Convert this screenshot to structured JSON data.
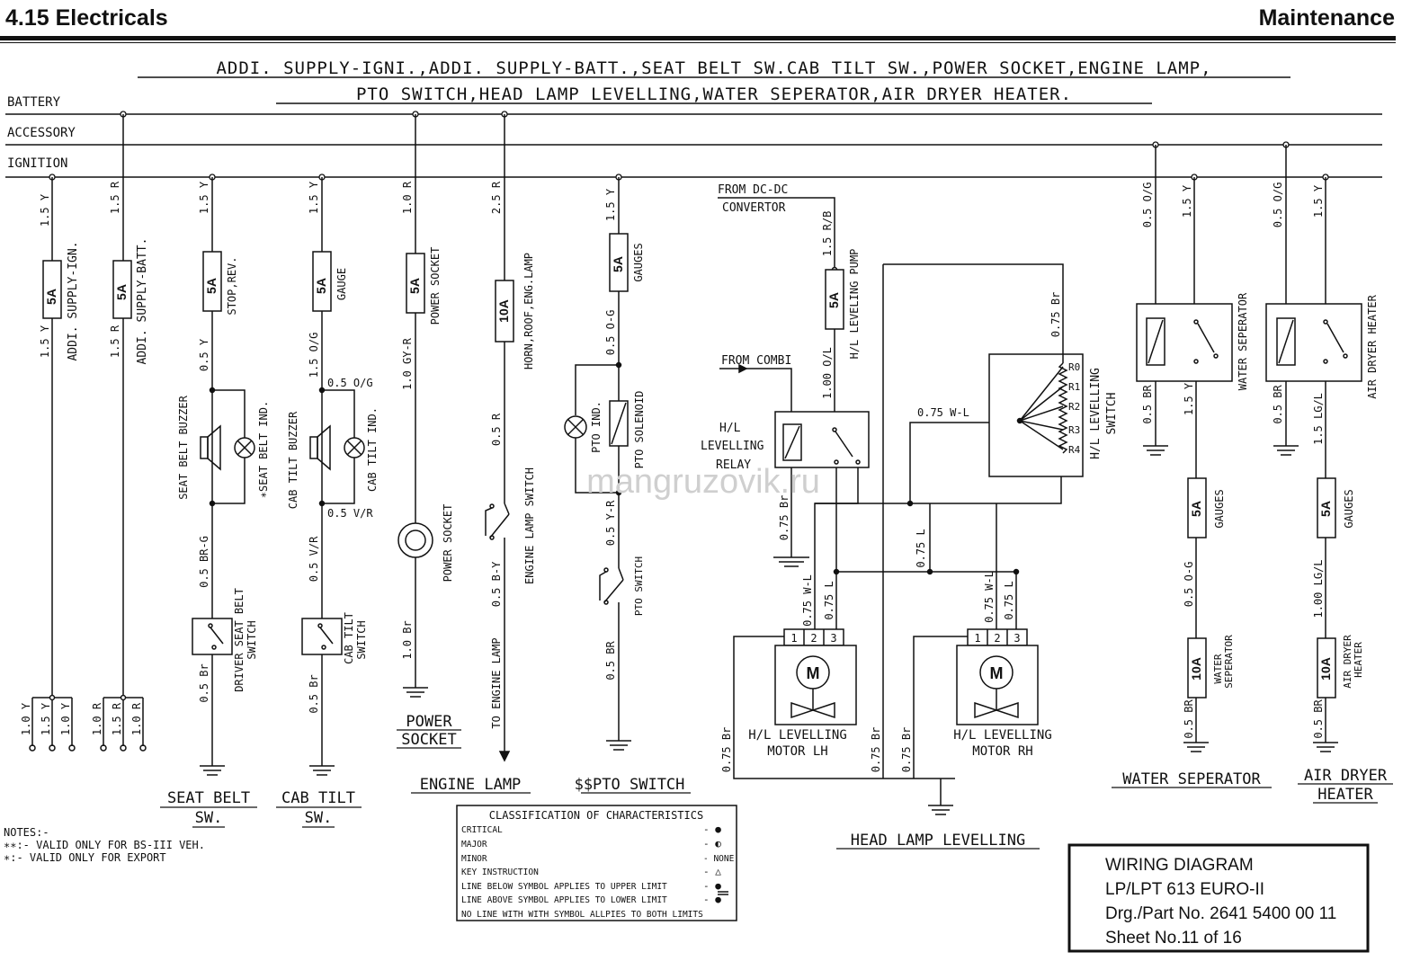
{
  "header": {
    "section": "4.15 Electricals",
    "chapter": "Maintenance"
  },
  "title": {
    "line1": "ADDI. SUPPLY-IGNI.,ADDI. SUPPLY-BATT.,SEAT BELT SW.CAB TILT SW.,POWER SOCKET,ENGINE LAMP,",
    "line2": "PTO SWITCH,HEAD LAMP LEVELLING,WATER SEPERATOR,AIR DRYER HEATER."
  },
  "rails": {
    "battery": "BATTERY",
    "accessory": "ACCESSORY",
    "ignition": "IGNITION"
  },
  "wires": {
    "w15y": "1.5 Y",
    "w15r": "1.5 R",
    "w05y": "0.5 Y",
    "w15og": "1.5 O/G",
    "w05og": "0.5 O/G",
    "w05vr": "0.5 V/R",
    "w05brg": "0.5 BR-G",
    "w05br": "0.5 Br",
    "w10y": "1.0 Y",
    "w10r": "1.0 R",
    "w10r2": "1.0 R",
    "w10gyr": "1.0 GY-R",
    "w10br": "1.0 Br",
    "w25r": "2.5 R",
    "w05r": "0.5 R",
    "w05by": "0.5 B-Y",
    "w05yr": "0.5 Y-R",
    "w05og2": "0.5 O-G",
    "w05br2": "0.5 BR",
    "w15rb": "1.5 R/B",
    "w100ol": "1.00 O/L",
    "w075br": "0.75 Br",
    "w075wl": "0.75 W-L",
    "w075l": "0.75 L",
    "w15lgl": "1.5 LG/L",
    "w100lgl": "1.00 LG/L",
    "w05br3": "0.5 BR"
  },
  "fuses": {
    "f5a": "5A",
    "f10a": "10A"
  },
  "labels": {
    "addi_ign": "ADDI. SUPPLY-IGN.",
    "addi_batt": "ADDI. SUPPLY-BATT.",
    "stop_rev": "STOP,REV.",
    "gauge": "GAUGE",
    "gauges": "GAUGES",
    "power_socket_fuse": "POWER SOCKET",
    "horn": "HORN,ROOF,ENG.LAMP",
    "seat_belt_buzzer": "SEAT BELT BUZZER",
    "seat_belt_ind": "∗SEAT BELT IND.",
    "cab_tilt_buzzer": "CAB TILT BUZZER",
    "cab_tilt_ind": "CAB TILT IND.",
    "driver_seat_belt_sw": "DRIVER SEAT BELT",
    "switch": "SWITCH",
    "cab_tilt_sw": "CAB TILT",
    "power_socket": "POWER SOCKET",
    "engine_lamp_sw": "ENGINE LAMP SWITCH",
    "to_engine_lamp": "TO ENGINE LAMP",
    "pto_ind": "PTO IND.",
    "pto_solenoid": "PTO SOLENOID",
    "pto_switch_small": "PTO SWITCH",
    "from_dcdc": "FROM DC-DC",
    "convertor": "CONVERTOR",
    "hl_pump": "H/L LEVELING PUMP",
    "from_combi": "FROM COMBI",
    "hl_relay1": "H/L",
    "hl_relay2": "LEVELLING",
    "hl_relay3": "RELAY",
    "hl_lev_switch": "H/L LEVELLING",
    "switch2": "SWITCH",
    "r0": "R0",
    "r1": "R1",
    "r2": "R2",
    "r3": "R3",
    "r4": "R4",
    "motor_m": "M",
    "motor_lh1": "H/L LEVELLING",
    "motor_lh2": "MOTOR LH",
    "motor_rh1": "H/L LEVELLING",
    "motor_rh2": "MOTOR RH",
    "pin1": "1",
    "pin2": "2",
    "pin3": "3",
    "water_sep": "WATER SEPERATOR",
    "water_sep_fuse1": "WATER",
    "water_sep_fuse2": "SEPERATOR",
    "air_dryer": "AIR DRYER HEATER",
    "air_dryer_fuse1": "AIR DRYER",
    "air_dryer_fuse2": "HEATER",
    "watermark": "mangruzovik.ru"
  },
  "captions": {
    "seat_belt1": "SEAT BELT",
    "seat_belt2": "SW.",
    "cab_tilt1": "CAB TILT",
    "cab_tilt2": "SW.",
    "power_socket1": "POWER",
    "power_socket2": "SOCKET",
    "engine_lamp": "ENGINE LAMP",
    "pto_switch": "$$PTO SWITCH",
    "head_lamp": "HEAD LAMP LEVELLING",
    "water_sep": "WATER SEPERATOR",
    "air_dryer1": "AIR DRYER",
    "air_dryer2": "HEATER"
  },
  "notes": {
    "title": "NOTES:-",
    "n1": "∗∗:- VALID ONLY FOR BS-III VEH.",
    "n2": "∗:-  VALID ONLY FOR EXPORT"
  },
  "classification": {
    "title": "CLASSIFICATION OF CHARACTERISTICS",
    "rows": [
      {
        "label": "CRITICAL",
        "symbol": "-  ●"
      },
      {
        "label": "MAJOR",
        "symbol": "-  ◐"
      },
      {
        "label": "MINOR",
        "symbol": "- NONE"
      },
      {
        "label": "KEY INSTRUCTION",
        "symbol": "-  △"
      },
      {
        "label": "LINE BELOW SYMBOL APPLIES TO UPPER LIMIT",
        "symbol": "-  ●"
      },
      {
        "label": "LINE ABOVE SYMBOL APPLIES TO LOWER LIMIT",
        "symbol": "-  ●"
      },
      {
        "label": "NO LINE WITH WITH SYMBOL ALLPIES TO BOTH LIMITS",
        "symbol": ""
      }
    ]
  },
  "titleblock": {
    "l1": "WIRING DIAGRAM",
    "l2": "LP/LPT 613 EURO-II",
    "l3": "Drg./Part No. 2641 5400 00 11",
    "l4": "Sheet No.11 of 16"
  }
}
